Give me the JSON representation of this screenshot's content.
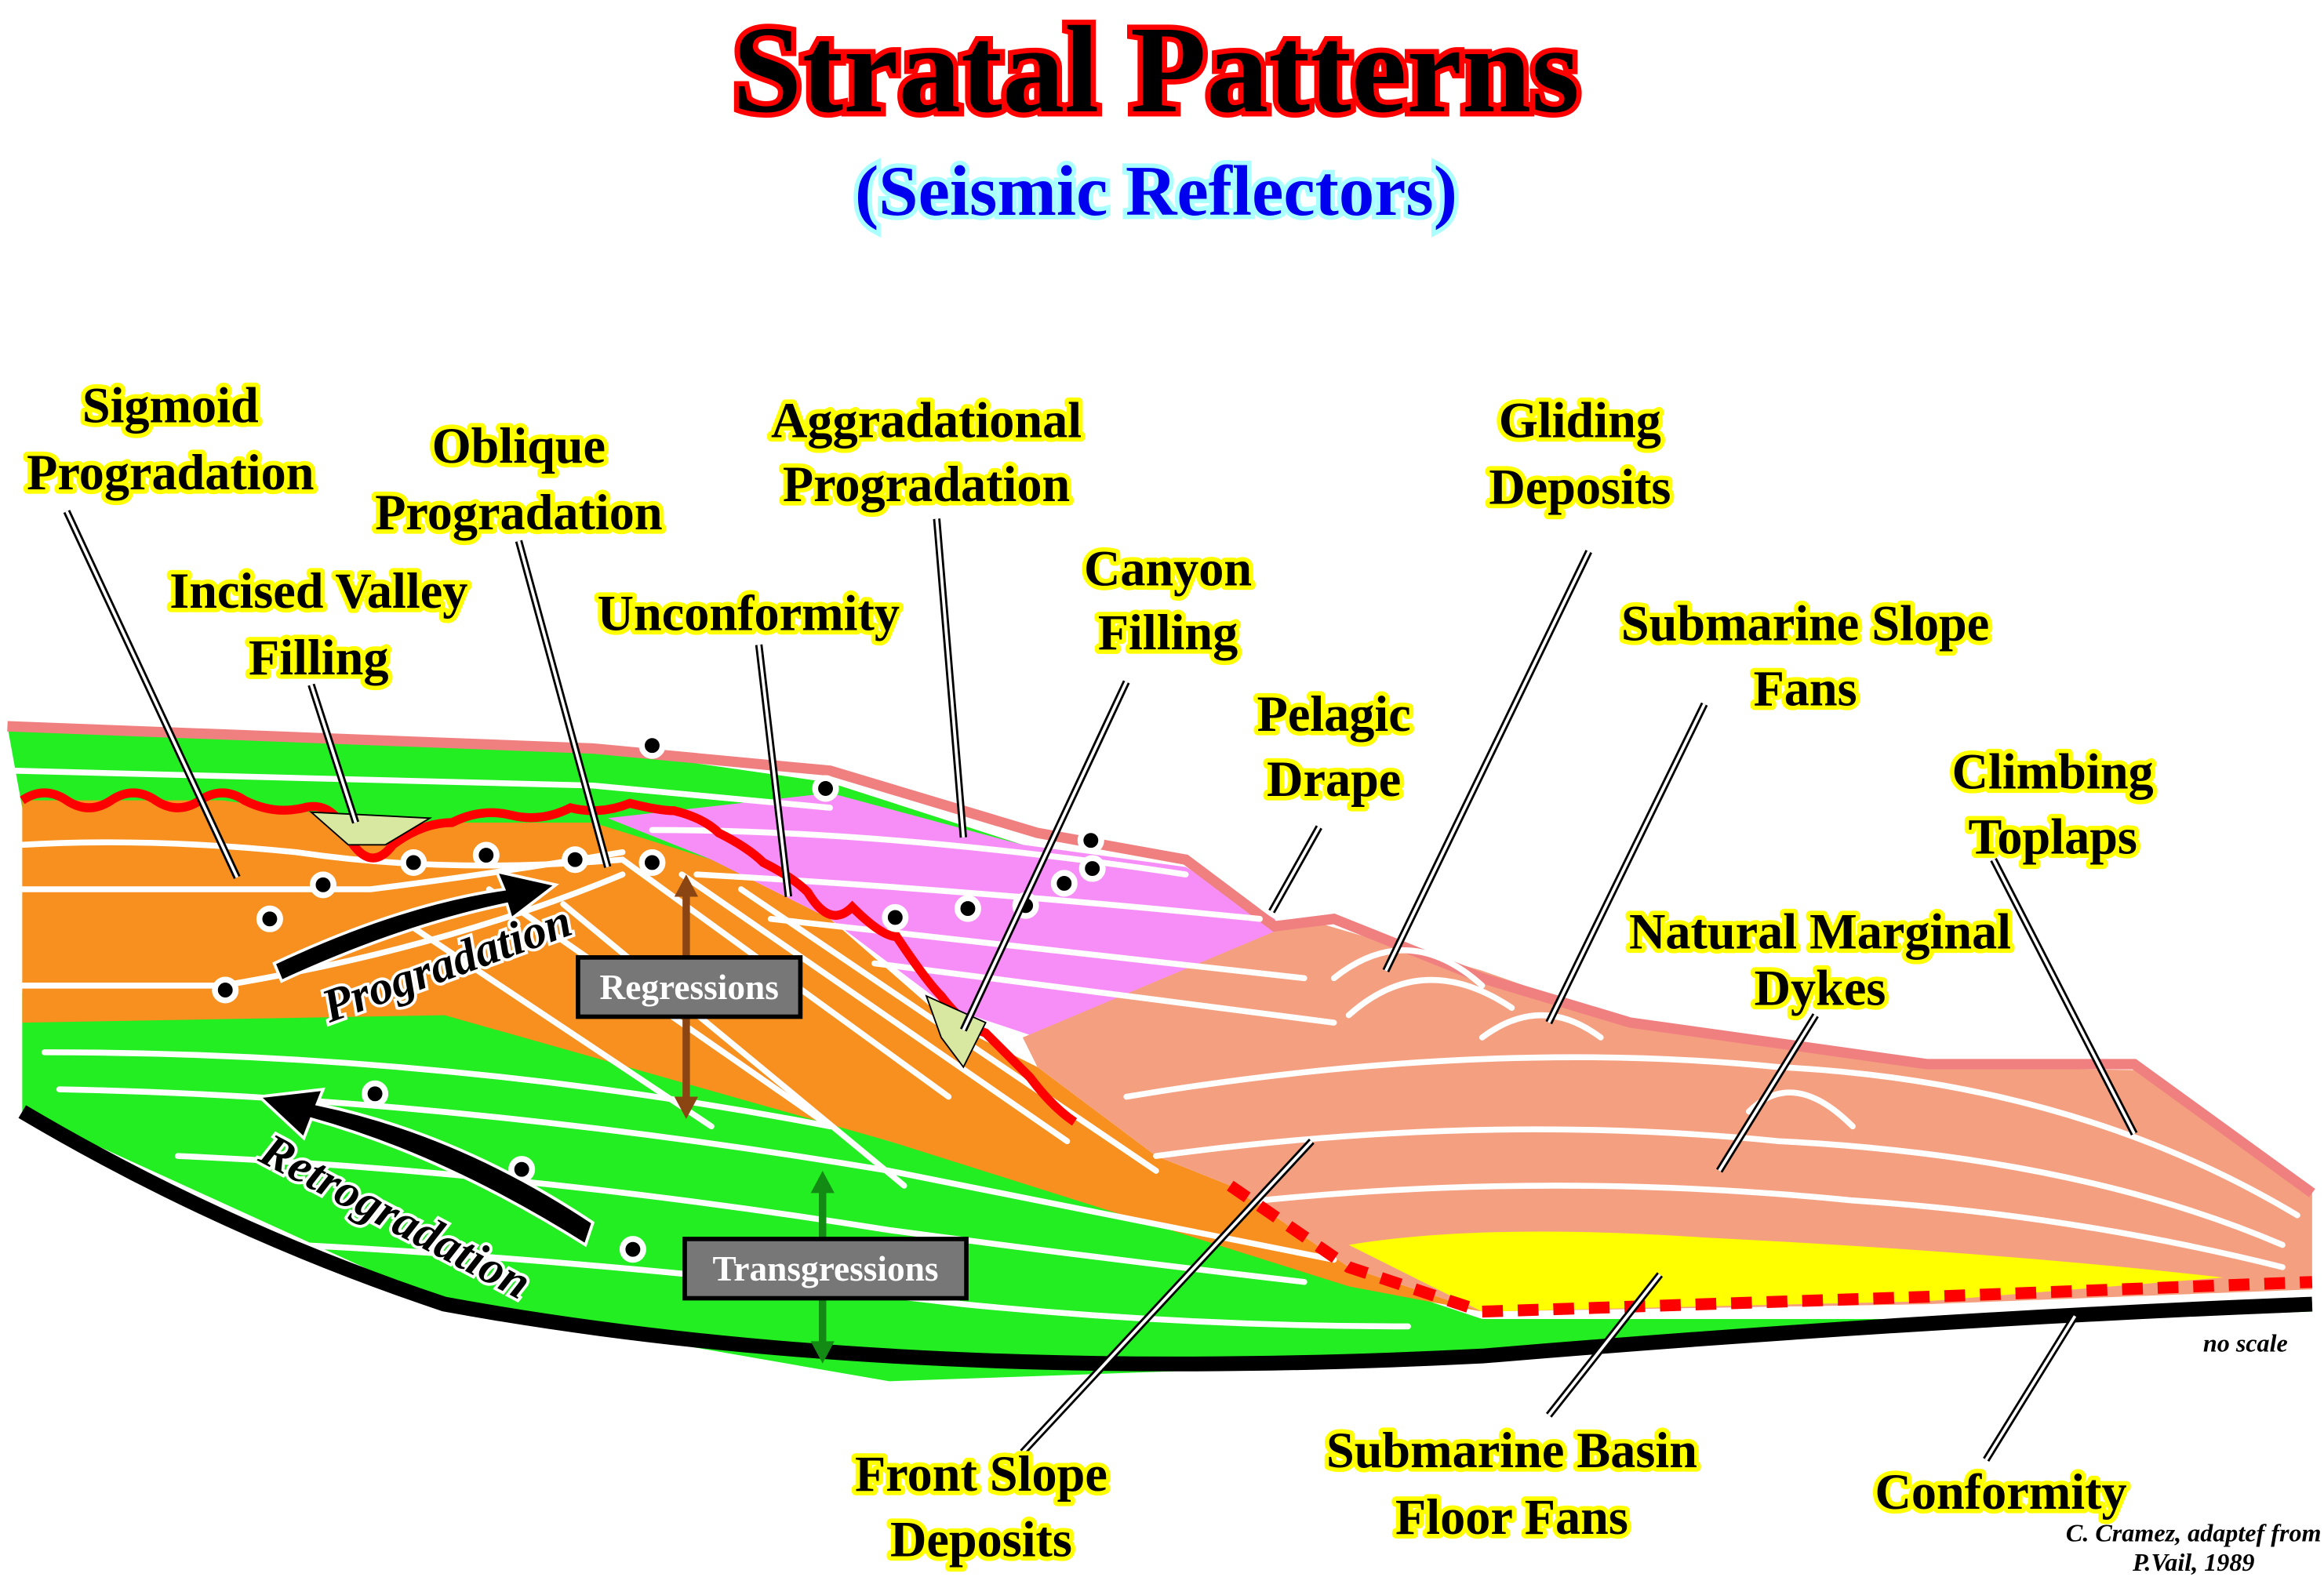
{
  "title": "Stratal Patterns",
  "subtitle": "(Seismic Reflectors)",
  "labels": {
    "sigmoid": [
      "Sigmoid",
      "Progradation"
    ],
    "oblique": [
      "Oblique",
      "Progradation"
    ],
    "incised": [
      "Incised Valley",
      "Filling"
    ],
    "unconformity": [
      "Unconformity"
    ],
    "aggradational": [
      "Aggradational",
      "Progradation"
    ],
    "canyon": [
      "Canyon",
      "Filling"
    ],
    "pelagic": [
      "Pelagic",
      "Drape"
    ],
    "gliding": [
      "Gliding",
      "Deposits"
    ],
    "slope_fans": [
      "Submarine Slope",
      "Fans"
    ],
    "climbing": [
      "Climbing",
      "Toplaps"
    ],
    "dykes": [
      "Natural Marginal",
      "Dykes"
    ],
    "front_slope": [
      "Front Slope",
      "Deposits"
    ],
    "basin_floor": [
      "Submarine Basin",
      "Floor Fans"
    ],
    "conformity": [
      "Conformity"
    ]
  },
  "boxes": {
    "regressions": "Regressions",
    "transgressions": "Transgressions"
  },
  "arrows": {
    "progradation": "Progradation",
    "retrogradation": "Retrogradation"
  },
  "scale_note": "no scale",
  "credit": [
    "C. Cramez, adaptef from",
    "P.Vail, 1989"
  ],
  "colors": {
    "green": "#22ee22",
    "orange": "#f7901e",
    "pink": "#f78ef7",
    "salmon": "#f4a080",
    "yellow": "#ffff00",
    "red": "#ff0000",
    "drape": "#f08080"
  }
}
